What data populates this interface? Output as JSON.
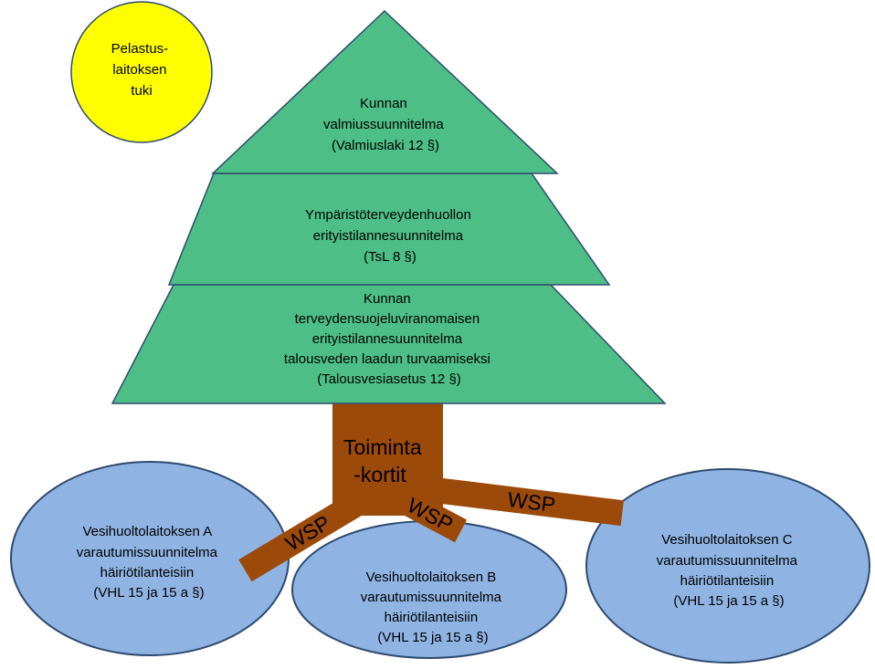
{
  "colors": {
    "tree_fill": "#4DBF86",
    "tree_stroke": "#2E4A70",
    "trunk": "#9C4A0A",
    "ellipse_fill": "#8FB3E2",
    "ellipse_stroke": "#2E4A70",
    "circle_fill": "#FFFF00",
    "circle_stroke": "#2E4A70"
  },
  "rescue": {
    "lines": [
      "Pelastus-",
      "laitoksen",
      "tuki"
    ]
  },
  "tree": {
    "top": {
      "lines": [
        "Kunnan",
        "valmiussuunnitelma",
        "(Valmiuslaki 12 §)"
      ]
    },
    "middle": {
      "lines": [
        "Ympäristöterveydenhuollon",
        "erityistilannesuunnitelma",
        "(TsL 8 §)"
      ]
    },
    "bottom": {
      "lines": [
        "Kunnan",
        "terveydensuojeluviranomaisen",
        "erityistilannesuunnitelma",
        "talousveden laadun turvaamiseksi",
        "(Talousvesiasetus 12 §)"
      ]
    }
  },
  "trunk": {
    "lines": [
      "Toiminta",
      "-kortit"
    ]
  },
  "roots": {
    "a_label": "WSP",
    "b_label": "WSP",
    "c_label": "WSP"
  },
  "utilities": {
    "a": {
      "lines": [
        "Vesihuoltolaitoksen A",
        "varautumissuunnitelma",
        "häiriötilanteisiin",
        "(VHL 15 ja 15 a §)"
      ]
    },
    "b": {
      "lines": [
        "Vesihuoltolaitoksen B",
        "varautumissuunnitelma",
        "häiriötilanteisiin",
        "(VHL 15 ja 15 a §)"
      ]
    },
    "c": {
      "lines": [
        "Vesihuoltolaitoksen C",
        "varautumissuunnitelma",
        "häiriötilanteisiin",
        "(VHL 15 ja 15 a §)"
      ]
    }
  }
}
